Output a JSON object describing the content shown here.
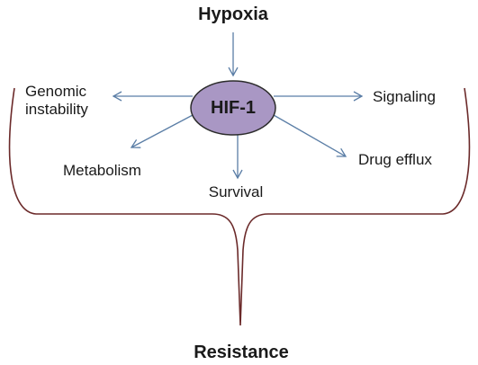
{
  "top_label": "Hypoxia",
  "center_node": "HIF-1",
  "bottom_label": "Resistance",
  "effects": {
    "genomic_line1": "Genomic",
    "genomic_line2": "instability",
    "signaling": "Signaling",
    "metabolism": "Metabolism",
    "drug_efflux": "Drug efflux",
    "survival": "Survival"
  },
  "colors": {
    "node_fill": "#a997c4",
    "node_stroke": "#2c2c2c",
    "arrow": "#5b7ea6",
    "brace": "#6b2a2a"
  }
}
